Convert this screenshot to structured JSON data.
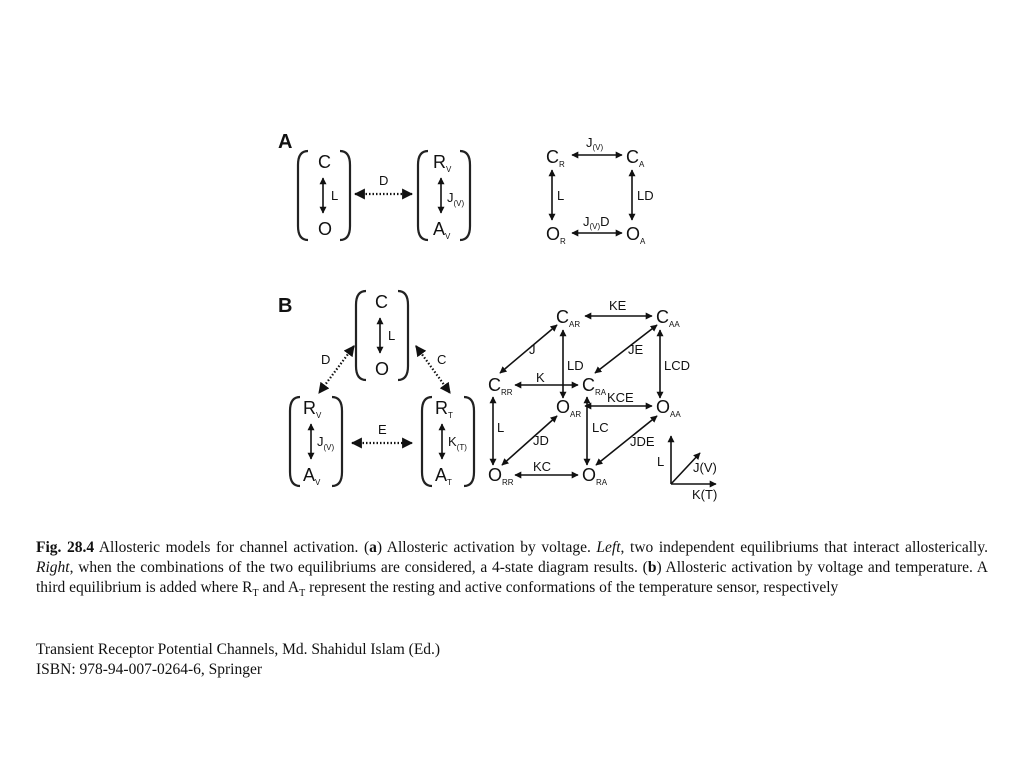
{
  "diagram": {
    "panel_a": {
      "label": "A",
      "left_box": {
        "top": "C",
        "bottom": "O",
        "arrow": "L"
      },
      "right_box": {
        "top": "R",
        "top_sub": "V",
        "bottom": "A",
        "bottom_sub": "V",
        "arrow": "J",
        "arrow_sub": "(V)"
      },
      "link": "D",
      "square": {
        "top_left": "C",
        "top_left_sub": "R",
        "top_right": "C",
        "top_right_sub": "A",
        "bottom_left": "O",
        "bottom_left_sub": "R",
        "bottom_right": "O",
        "bottom_right_sub": "A",
        "top_edge": "J",
        "top_edge_sub": "(V)",
        "left_edge": "L",
        "right_edge": "LD",
        "bottom_edge": "J",
        "bottom_edge_sub": "(V)",
        "bottom_edge_suffix": "D"
      }
    },
    "panel_b": {
      "label": "B",
      "top_box": {
        "top": "C",
        "bottom": "O",
        "arrow": "L"
      },
      "left_box": {
        "top": "R",
        "top_sub": "V",
        "bottom": "A",
        "bottom_sub": "V",
        "arrow": "J",
        "arrow_sub": "(V)"
      },
      "right_box": {
        "top": "R",
        "top_sub": "T",
        "bottom": "A",
        "bottom_sub": "T",
        "arrow": "K",
        "arrow_sub": "(T)"
      },
      "link_left": "D",
      "link_right": "C",
      "link_bottom": "E",
      "cube": {
        "c_ar": "C",
        "c_ar_sub": "AR",
        "c_aa": "C",
        "c_aa_sub": "AA",
        "c_rr": "C",
        "c_rr_sub": "RR",
        "c_ra": "C",
        "c_ra_sub": "RA",
        "o_ar": "O",
        "o_ar_sub": "AR",
        "o_aa": "O",
        "o_aa_sub": "AA",
        "o_rr": "O",
        "o_rr_sub": "RR",
        "o_ra": "O",
        "o_ra_sub": "RA",
        "edge_ke": "KE",
        "edge_j": "J",
        "edge_ld": "LD",
        "edge_je": "JE",
        "edge_lcd": "LCD",
        "edge_k": "K",
        "edge_kce": "KCE",
        "edge_l": "L",
        "edge_jd": "JD",
        "edge_lc": "LC",
        "edge_jde": "JDE",
        "edge_kc": "KC"
      },
      "axes": {
        "vertical": "L",
        "diagonal": "J(V)",
        "horizontal": "K(T)"
      }
    }
  },
  "caption": {
    "fig_label": "Fig. 28.4",
    "part1": " Allosteric models for channel activation. (",
    "a": "a",
    "part2": ") Allosteric activation by voltage. ",
    "left": "Left",
    "part3": ", two independent equilibriums that interact allosterically. ",
    "right": "Right",
    "part4": ", when the combinations of the two equilibriums are considered, a 4-state diagram results. (",
    "b": "b",
    "part5": ") Allosteric activation by voltage and temperature. A third equilibrium is added where R",
    "rt_sub": "T",
    "part6": " and A",
    "at_sub": "T",
    "part7": " represent the resting and active conformations of the temperature sensor, respectively"
  },
  "source": {
    "line1": "Transient Receptor Potential Channels, Md. Shahidul Islam (Ed.)",
    "line2": "ISBN: 978-94-007-0264-6, Springer"
  }
}
